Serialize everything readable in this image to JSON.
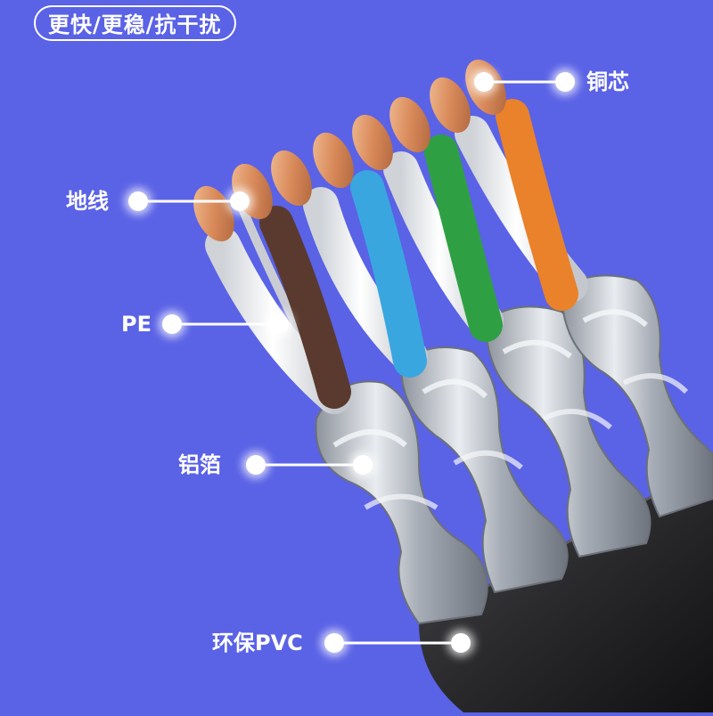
{
  "headline": "更快/更稳/抗干扰",
  "callouts": {
    "copper_core": "铜芯",
    "ground_wire": "地线",
    "pe": "PE",
    "aluminum_foil": "铝箔",
    "pvc_jacket": "环保PVC"
  },
  "colors": {
    "background": "#5a62e6",
    "jacket": "#2b2b2d",
    "shield": "#b9bfc8",
    "copper": "#d98a5a",
    "insulation_white": "#f2f2f2",
    "insulation_brown": "#5a3a2e",
    "insulation_blue": "#3aa6e0",
    "insulation_green": "#2ea043",
    "insulation_orange": "#e9822a"
  }
}
